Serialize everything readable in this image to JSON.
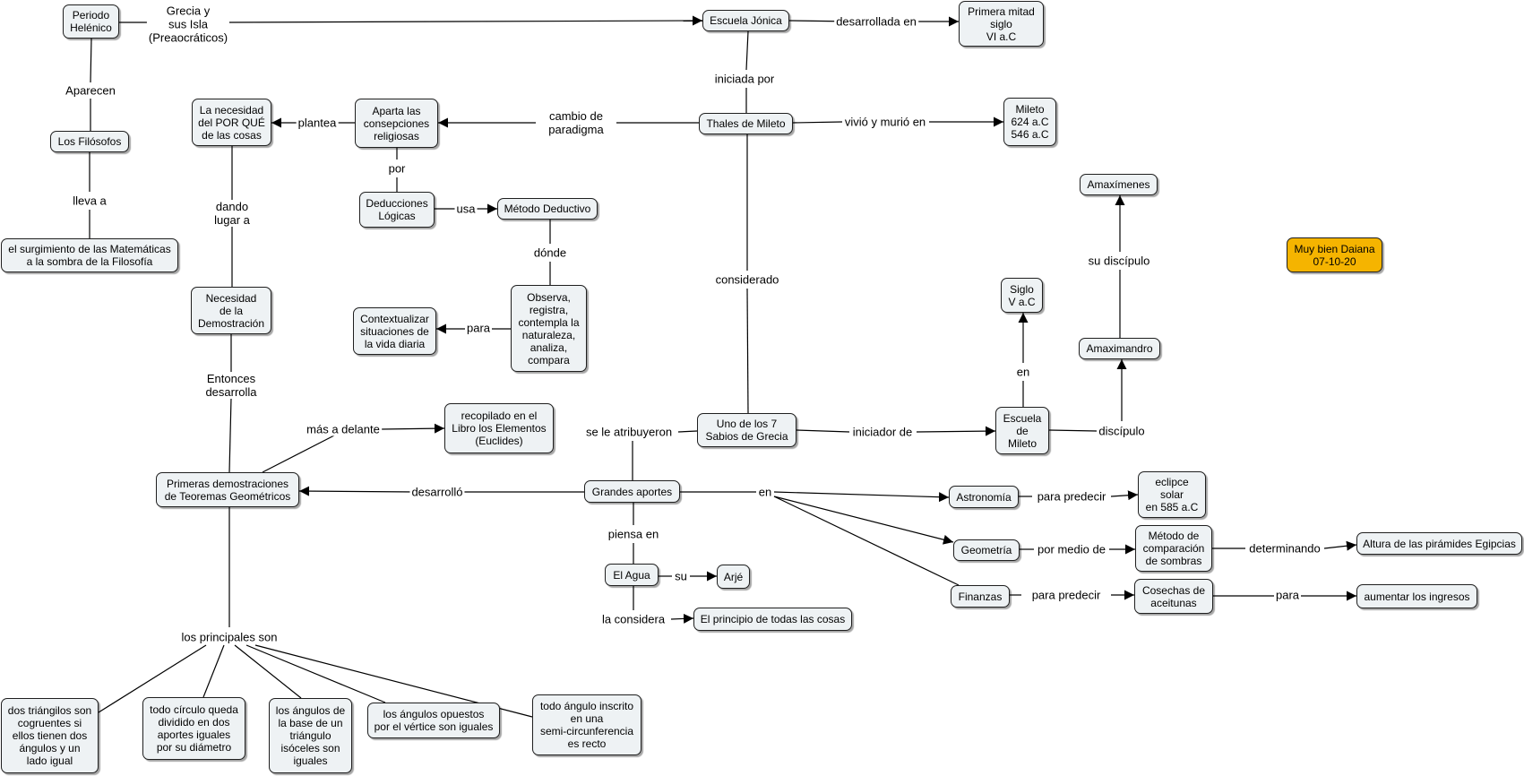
{
  "concept_map": {
    "nodes": [
      {
        "id": "periodo",
        "text": "Periodo\nHelénico"
      },
      {
        "id": "escuela_jonica",
        "text": "Escuela Jónica"
      },
      {
        "id": "primera_mitad",
        "text": "Primera mitad\nsiglo\nVI a.C"
      },
      {
        "id": "filosofos",
        "text": "Los Filósofos"
      },
      {
        "id": "surgimiento",
        "text": "el surgimiento de las Matemáticas\na la sombra de la Filosofía"
      },
      {
        "id": "necesidad_porque",
        "text": "La necesidad\ndel POR QUÉ\nde las cosas"
      },
      {
        "id": "aparta",
        "text": "Aparta las\nconsepciones\nreligiosas"
      },
      {
        "id": "thales",
        "text": "Thales de Mileto"
      },
      {
        "id": "mileto_fechas",
        "text": "Mileto\n624 a.C\n546 a.C"
      },
      {
        "id": "deducciones",
        "text": "Deducciones\nLógicas"
      },
      {
        "id": "metodo_deductivo",
        "text": "Método Deductivo"
      },
      {
        "id": "necesidad_demo",
        "text": "Necesidad\nde la\nDemostración"
      },
      {
        "id": "observa",
        "text": "Observa,\nregistra,\ncontempla la\nnaturaleza,\nanaliza,\ncompara"
      },
      {
        "id": "contextualizar",
        "text": "Contextualizar\nsituaciones de\nla vida diaria"
      },
      {
        "id": "amaximenes",
        "text": "Amaxímenes"
      },
      {
        "id": "muy_bien",
        "text": "Muy bien Daiana\n07-10-20"
      },
      {
        "id": "siglo_v",
        "text": "Siglo\nV a.C"
      },
      {
        "id": "amaximandro",
        "text": "Amaximandro"
      },
      {
        "id": "recopilado",
        "text": "recopilado en el\nLibro los Elementos\n(Euclides)"
      },
      {
        "id": "siete_sabios",
        "text": "Uno de los 7\nSabios de Grecia"
      },
      {
        "id": "escuela_mileto",
        "text": "Escuela\nde\nMileto"
      },
      {
        "id": "primeras_demo",
        "text": "Primeras demostraciones\nde Teoremas Geométricos"
      },
      {
        "id": "grandes_aportes",
        "text": "Grandes aportes"
      },
      {
        "id": "astronomia",
        "text": "Astronomía"
      },
      {
        "id": "eclipce",
        "text": "eclipce\nsolar\nen 585 a.C"
      },
      {
        "id": "geometria",
        "text": "Geometría"
      },
      {
        "id": "metodo_sombras",
        "text": "Método de\ncomparación\nde sombras"
      },
      {
        "id": "altura",
        "text": "Altura de las pirámides Egipcias"
      },
      {
        "id": "el_agua",
        "text": "El Agua"
      },
      {
        "id": "arje",
        "text": "Arjé"
      },
      {
        "id": "finanzas",
        "text": "Finanzas"
      },
      {
        "id": "cosechas",
        "text": "Cosechas de\naceitunas"
      },
      {
        "id": "aumentar",
        "text": "aumentar los ingresos"
      },
      {
        "id": "principio",
        "text": "El principio de todas las cosas"
      },
      {
        "id": "t_triangulos",
        "text": "dos triángilos son\ncogruentes si\nellos tienen dos\nángulos y un\nlado igual"
      },
      {
        "id": "t_circulo",
        "text": "todo círculo queda\ndividido en dos\naportes iguales\npor su diámetro"
      },
      {
        "id": "t_isosceles",
        "text": "los ángulos de\nla base de un\ntriángulo\nisóceles son\niguales"
      },
      {
        "id": "t_opuestos",
        "text": "los ángulos opuestos\npor el vértice son iguales"
      },
      {
        "id": "t_inscrito",
        "text": "todo ángulo inscrito\nen una\nsemi-circunferencia\nes recto"
      }
    ],
    "link_labels": [
      {
        "id": "l_grecia",
        "text": "Grecia y\nsus Isla\n(Preaocráticos)"
      },
      {
        "id": "l_desarrollada",
        "text": "desarrollada en"
      },
      {
        "id": "l_aparecen",
        "text": "Aparecen"
      },
      {
        "id": "l_iniciada",
        "text": "iniciada por"
      },
      {
        "id": "l_plantea",
        "text": "plantea"
      },
      {
        "id": "l_cambio",
        "text": "cambio de\nparadigma"
      },
      {
        "id": "l_vivio",
        "text": "vivió y murió en"
      },
      {
        "id": "l_por",
        "text": "por"
      },
      {
        "id": "l_lleva",
        "text": "lleva a"
      },
      {
        "id": "l_usa",
        "text": "usa"
      },
      {
        "id": "l_dando",
        "text": "dando\nlugar a"
      },
      {
        "id": "l_donde",
        "text": "dónde"
      },
      {
        "id": "l_discipulo_su",
        "text": "su discípulo"
      },
      {
        "id": "l_considerado",
        "text": "considerado"
      },
      {
        "id": "l_para1",
        "text": "para"
      },
      {
        "id": "l_entonces",
        "text": "Entonces\ndesarrolla"
      },
      {
        "id": "l_en1",
        "text": "en"
      },
      {
        "id": "l_mas",
        "text": "más a delante"
      },
      {
        "id": "l_atribuyeron",
        "text": "se le atribuyeron"
      },
      {
        "id": "l_iniciador",
        "text": "iniciador de"
      },
      {
        "id": "l_discipulo",
        "text": "discípulo"
      },
      {
        "id": "l_desarrollo",
        "text": "desarrolló"
      },
      {
        "id": "l_en2",
        "text": "en"
      },
      {
        "id": "l_predecir1",
        "text": "para predecir"
      },
      {
        "id": "l_piensa",
        "text": "piensa en"
      },
      {
        "id": "l_medio",
        "text": "por medio de"
      },
      {
        "id": "l_determinando",
        "text": "determinando"
      },
      {
        "id": "l_su",
        "text": "su"
      },
      {
        "id": "l_predecir2",
        "text": "para predecir"
      },
      {
        "id": "l_para2",
        "text": "para"
      },
      {
        "id": "l_considera",
        "text": "la considera"
      },
      {
        "id": "l_principales",
        "text": "los principales son"
      }
    ]
  },
  "colors": {
    "node_fill": "#eef2f4",
    "highlight_fill": "#f5b400",
    "line": "#000000"
  }
}
